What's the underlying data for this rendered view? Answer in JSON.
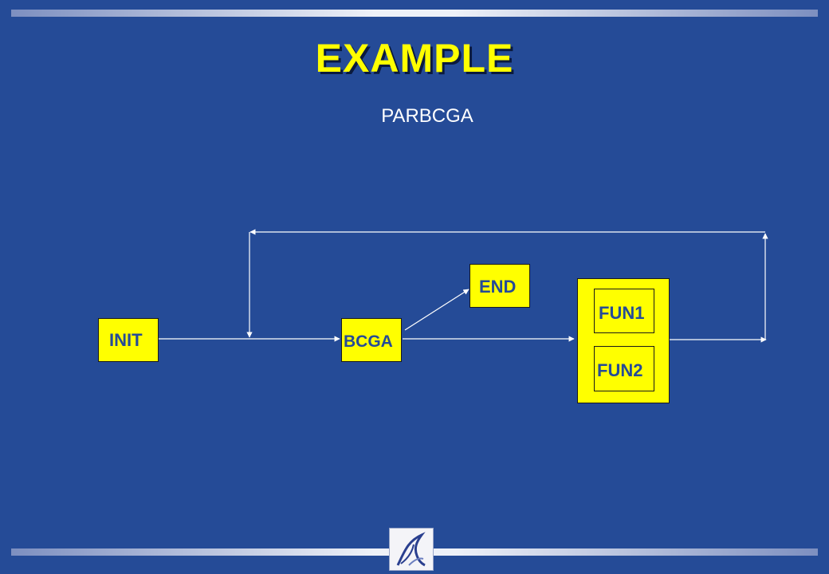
{
  "slide": {
    "title": "EXAMPLE",
    "subtitle": "PARBCGA"
  },
  "diagram": {
    "nodes": {
      "init": "INIT",
      "bcga": "BCGA",
      "end": "END",
      "fun1": "FUN1",
      "fun2": "FUN2"
    }
  },
  "colors": {
    "background": "#254b97",
    "box_fill": "#ffff00",
    "label_text": "#254b97",
    "title_text": "#ffff00",
    "lines": "#ffffff"
  }
}
